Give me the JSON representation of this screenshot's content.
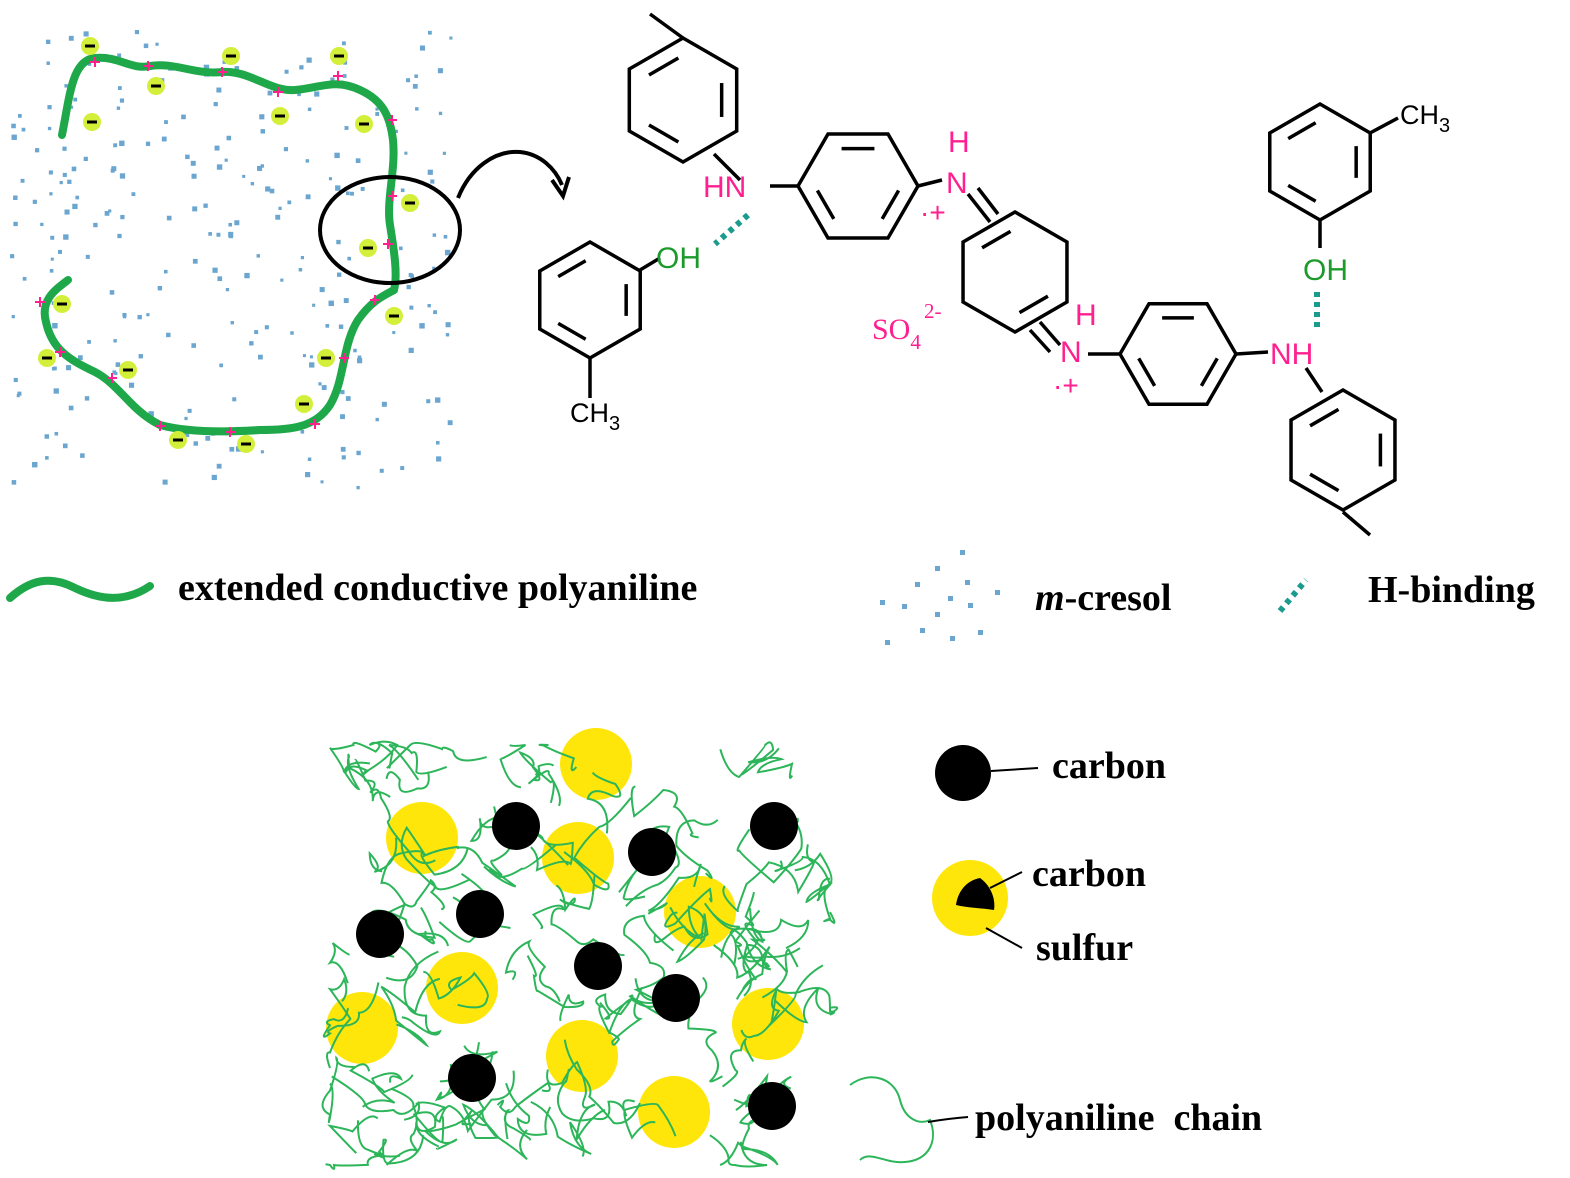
{
  "colors": {
    "polymer": "#1fa84a",
    "solvent_dot": "#6aa6cf",
    "hbond": "#1a9b8e",
    "charge_pink": "#ff1f8e",
    "hydroxyl": "#1c9a2c",
    "anion_fill": "#d3ef3a",
    "sulfur": "#ffe60a",
    "carbon": "#000000",
    "chain_thin": "#2cb559"
  },
  "icons": [
    "curved-arrow-icon",
    "negative-charge-icon",
    "positive-charge-icon"
  ],
  "molecule": {
    "hn_left": "HN",
    "oh_left": "OH",
    "ch3_left": "CH",
    "ch3_left_sub": "3",
    "n_top_h": "H",
    "n_top": "N",
    "n_top_charge": "·+",
    "sulfate": "SO",
    "sulfate_sub": "4",
    "sulfate_sup": "2-",
    "n_mid_h": "H",
    "n_mid": "N",
    "n_mid_charge": "·+",
    "nh_right": "NH",
    "oh_right": "OH",
    "ch3_right": "CH",
    "ch3_right_sub": "3"
  },
  "legend": {
    "polyaniline": "extended conductive polyaniline",
    "cresol_italic": "m",
    "cresol_rest": "-cresol",
    "hbond": "H-binding"
  },
  "composite": {
    "carbon": "carbon",
    "core_carbon": "carbon",
    "sulfur": "sulfur",
    "chain": "polyaniline  chain"
  }
}
